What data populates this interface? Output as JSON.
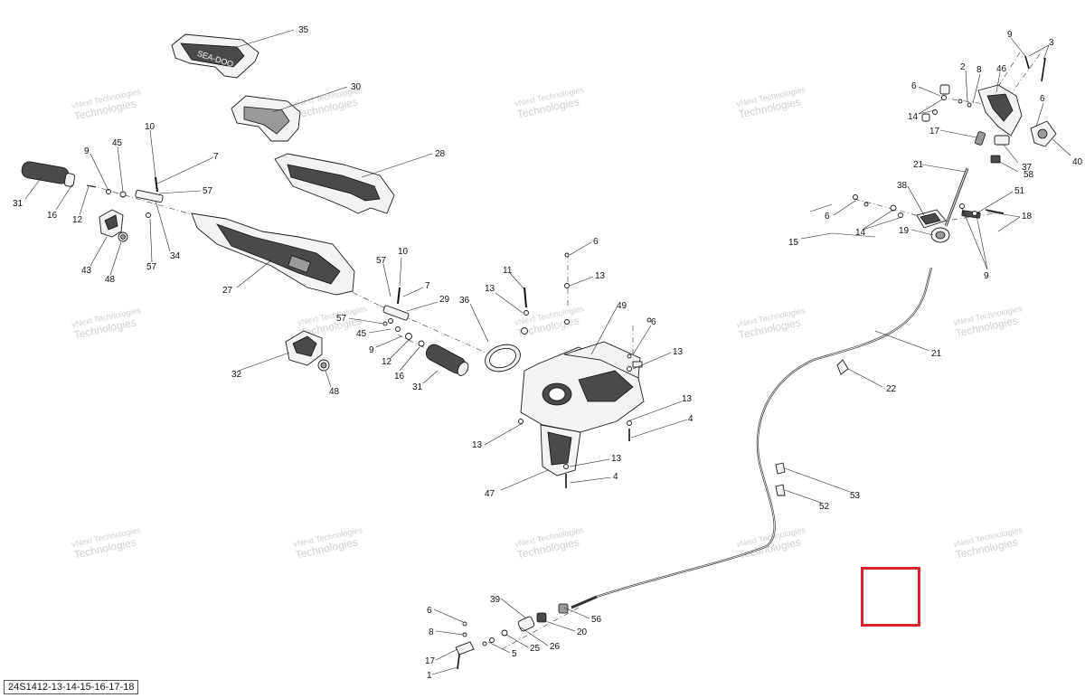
{
  "diagram_code": "24S1412-13-14-15-16-17-18",
  "watermark": {
    "line1": "vNext Technologies",
    "line2": "Technologies"
  },
  "callouts": {
    "c35": "35",
    "c30": "30",
    "c28": "28",
    "c10a": "10",
    "c7a": "7",
    "c57a": "57",
    "c45a": "45",
    "c9a": "9",
    "c31a": "31",
    "c16a": "16",
    "c12a": "12",
    "c43": "43",
    "c48a": "48",
    "c57b": "57",
    "c34": "34",
    "c27": "27",
    "c10b": "10",
    "c57c": "57",
    "c7b": "7",
    "c29": "29",
    "c57d": "57",
    "c45b": "45",
    "c9b": "9",
    "c12b": "12",
    "c16b": "16",
    "c31b": "31",
    "c32": "32",
    "c48b": "48",
    "c11": "11",
    "c13a": "13",
    "c6a": "6",
    "c13b": "13",
    "c36": "36",
    "c49": "49",
    "c6b": "6",
    "c13c": "13",
    "c13d": "13",
    "c4a": "4",
    "c13e": "13",
    "c13f": "13",
    "c4b": "4",
    "c47": "47",
    "c9c": "9",
    "c3": "3",
    "c2": "2",
    "c8": "8",
    "c46": "46",
    "c6c": "6",
    "c14a": "14",
    "c6d": "6",
    "c17a": "17",
    "c40": "40",
    "c37": "37",
    "c58": "58",
    "c21a": "21",
    "c38": "38",
    "c51": "51",
    "c6e": "6",
    "c14b": "14",
    "c19": "19",
    "c18": "18",
    "c15": "15",
    "c9d": "9",
    "c21b": "21",
    "c22": "22",
    "c53": "53",
    "c52": "52",
    "c39": "39",
    "c20": "20",
    "c56": "56",
    "c6f": "6",
    "c8b": "8",
    "c25": "25",
    "c26": "26",
    "c17b": "17",
    "c5": "5",
    "c1": "1"
  }
}
